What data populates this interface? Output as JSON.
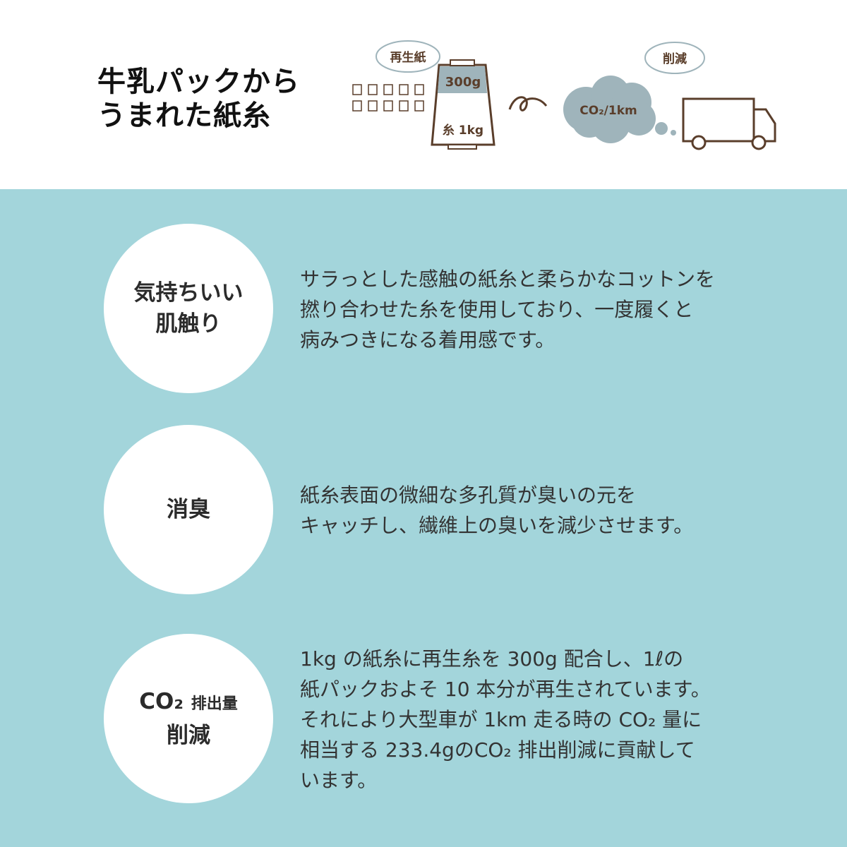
{
  "header": {
    "title_line1": "牛乳パックから",
    "title_line2": "うまれた紙糸"
  },
  "illustration": {
    "bubble_left": "再生紙",
    "spool_top": "300g",
    "spool_bottom": "糸 1kg",
    "bubble_right": "削減",
    "cloud": "CO₂/1km"
  },
  "features": [
    {
      "label_line1": "気持ちいい",
      "label_line2": "肌触り",
      "text": "サラっとした感触の紙糸と柔らかなコットンを\n撚り合わせた糸を使用しており、一度履くと\n病みつきになる着用感です。"
    },
    {
      "label_line1": "消臭",
      "text": "紙糸表面の微細な多孔質が臭いの元を\nキャッチし、繊維上の臭いを減少させます。"
    },
    {
      "label_co2": "CO₂",
      "label_small": "排出量",
      "label_line2": "削減",
      "text": "1kg の紙糸に再生糸を 300g 配合し、1ℓの\n紙パックおよそ 10 本分が再生されています。\nそれにより大型車が 1km 走る時の CO₂ 量に\n相当する 233.4gのCO₂ 排出削減に貢献して\nいます。"
    }
  ],
  "colors": {
    "teal": "#a3d5db",
    "brown": "#5a3e2b",
    "grey_blue": "#9fb4bb"
  }
}
